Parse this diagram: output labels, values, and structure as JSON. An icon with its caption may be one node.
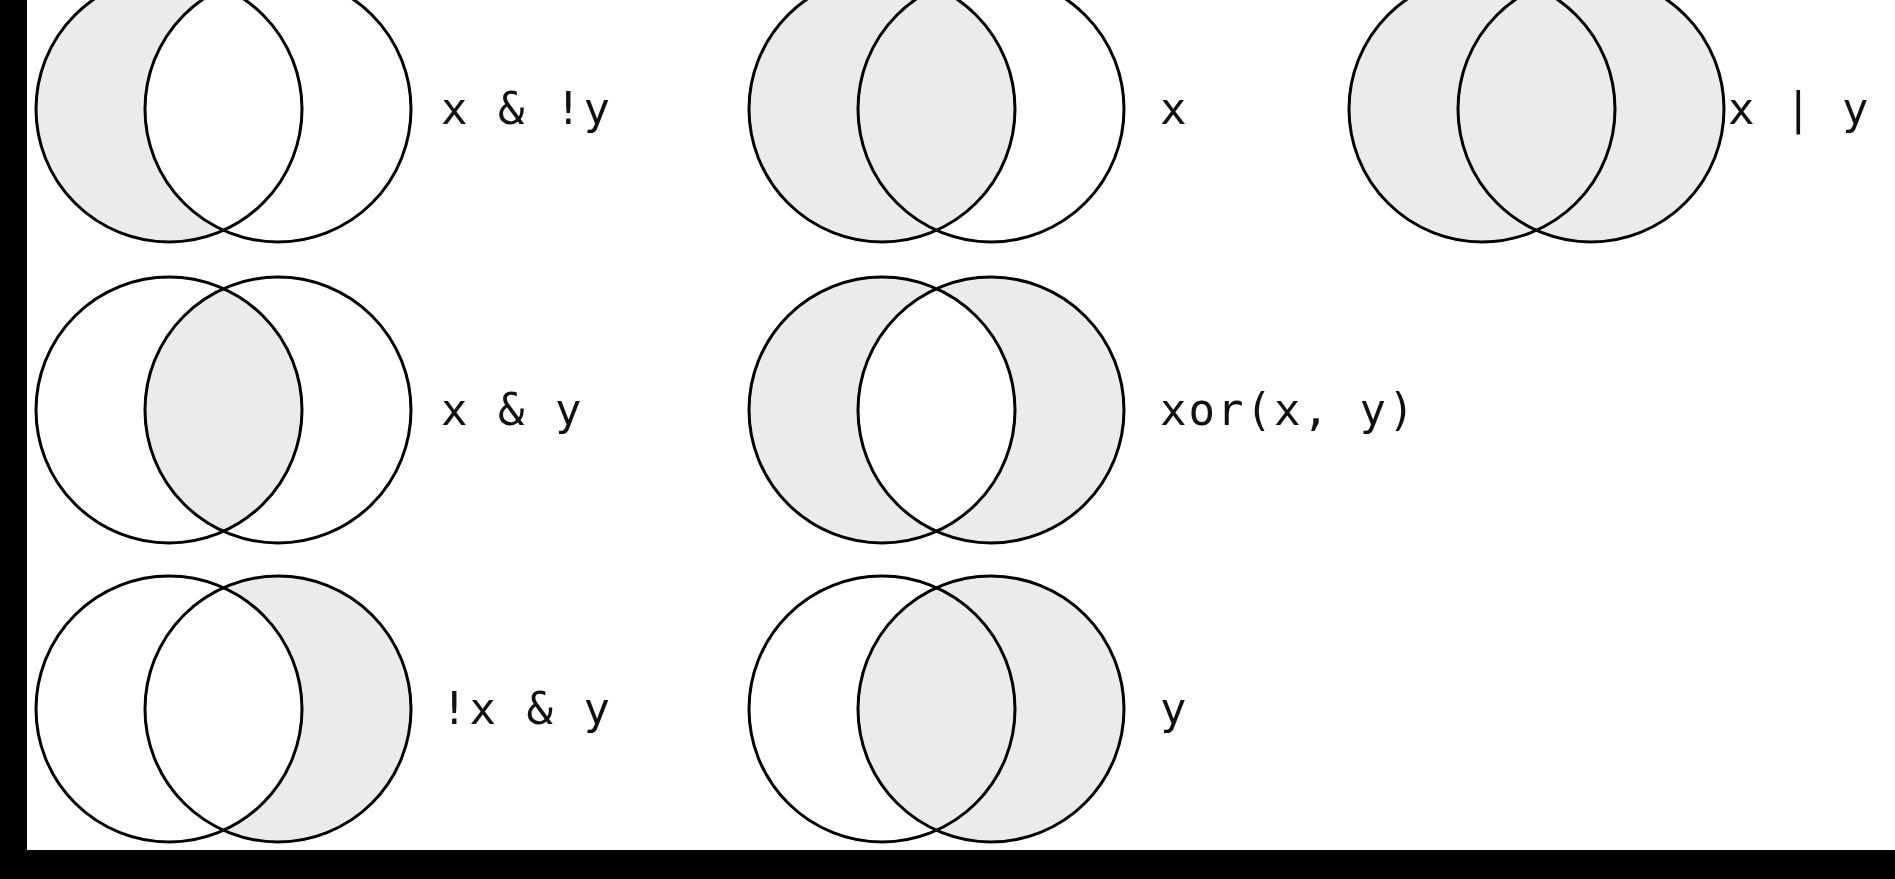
{
  "diagram": {
    "labels": [
      "x & !y",
      "x",
      "x | y",
      "x & y",
      "xor(x, y)",
      "!x & y",
      "y"
    ]
  }
}
